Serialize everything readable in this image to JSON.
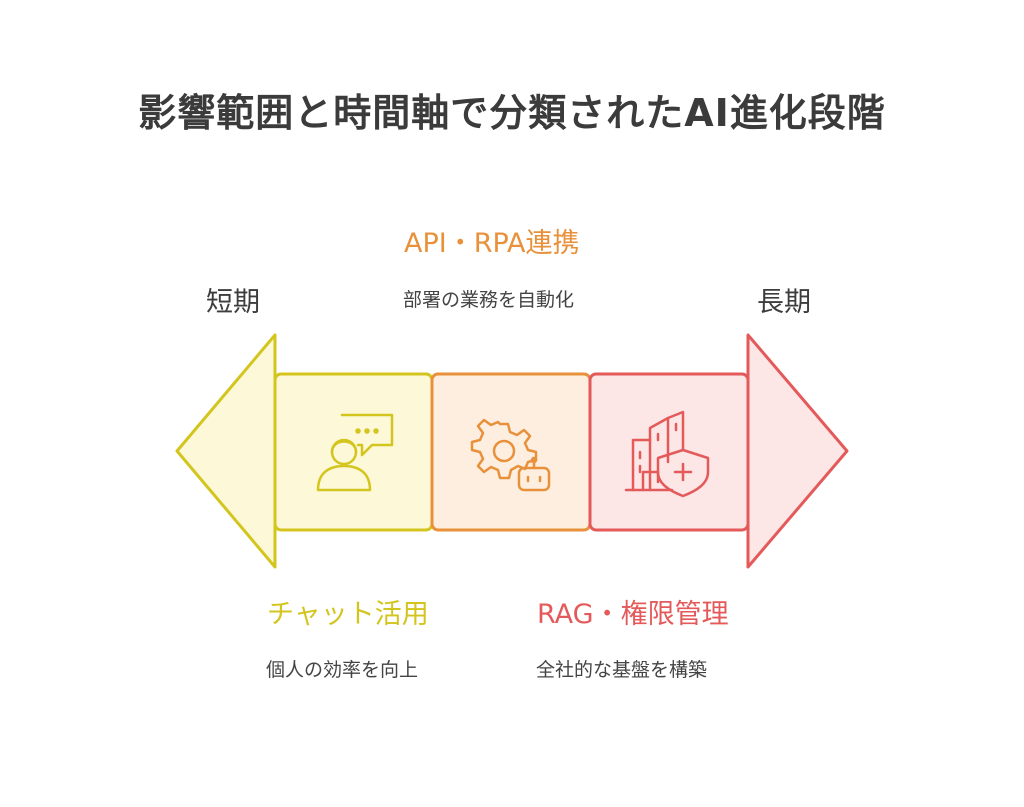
{
  "title": "影響範囲と時間軸で分類されたAI進化段階",
  "axis": {
    "start_label": "短期",
    "end_label": "長期"
  },
  "stages": [
    {
      "title": "チャット活用",
      "description": "個人の効率を向上",
      "icon": "chat-support-agent-icon",
      "color": "#d4c51e",
      "fill": "#fdf9d8"
    },
    {
      "title": "API・RPA連携",
      "description": "部署の業務を自動化",
      "icon": "gear-robot-icon",
      "color": "#e8913a",
      "fill": "#fdeee0"
    },
    {
      "title": "RAG・権限管理",
      "description": "全社的な基盤を構築",
      "icon": "building-shield-icon",
      "color": "#e45a5a",
      "fill": "#fde6e6"
    }
  ]
}
